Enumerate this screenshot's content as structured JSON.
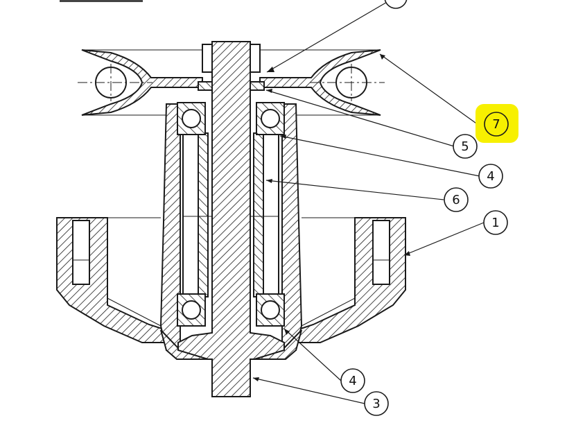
{
  "callouts": [
    {
      "id": "1",
      "label": "1"
    },
    {
      "id": "3",
      "label": "3"
    },
    {
      "id": "4a",
      "label": "4"
    },
    {
      "id": "4b",
      "label": "4"
    },
    {
      "id": "5",
      "label": "5"
    },
    {
      "id": "6",
      "label": "6"
    },
    {
      "id": "7",
      "label": "7"
    }
  ],
  "colors": {
    "highlight": "#f7f000",
    "ink": "#1a1a1a",
    "background": "#ffffff"
  }
}
